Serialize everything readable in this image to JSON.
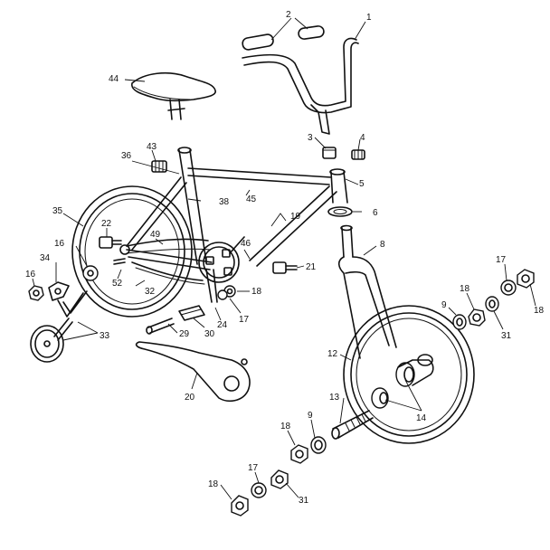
{
  "callouts": {
    "c1": "1",
    "c2": "2",
    "c3": "3",
    "c4": "4",
    "c5": "5",
    "c6": "6",
    "c8": "8",
    "c9a": "9",
    "c9b": "9",
    "c12": "12",
    "c13": "13",
    "c14": "14",
    "c16a": "16",
    "c16b": "16",
    "c17a": "17",
    "c17b": "17",
    "c17c": "17",
    "c18a": "18",
    "c18b": "18",
    "c18c": "18",
    "c18d": "18",
    "c18e": "18",
    "c19": "19",
    "c20": "20",
    "c21": "21",
    "c22": "22",
    "c24": "24",
    "c29": "29",
    "c30": "30",
    "c31a": "31",
    "c31b": "31",
    "c32": "32",
    "c33": "33",
    "c34": "34",
    "c35": "35",
    "c36": "36",
    "c38": "38",
    "c43": "43",
    "c44": "44",
    "c45": "45",
    "c46": "46",
    "c49": "49",
    "c52": "52"
  }
}
